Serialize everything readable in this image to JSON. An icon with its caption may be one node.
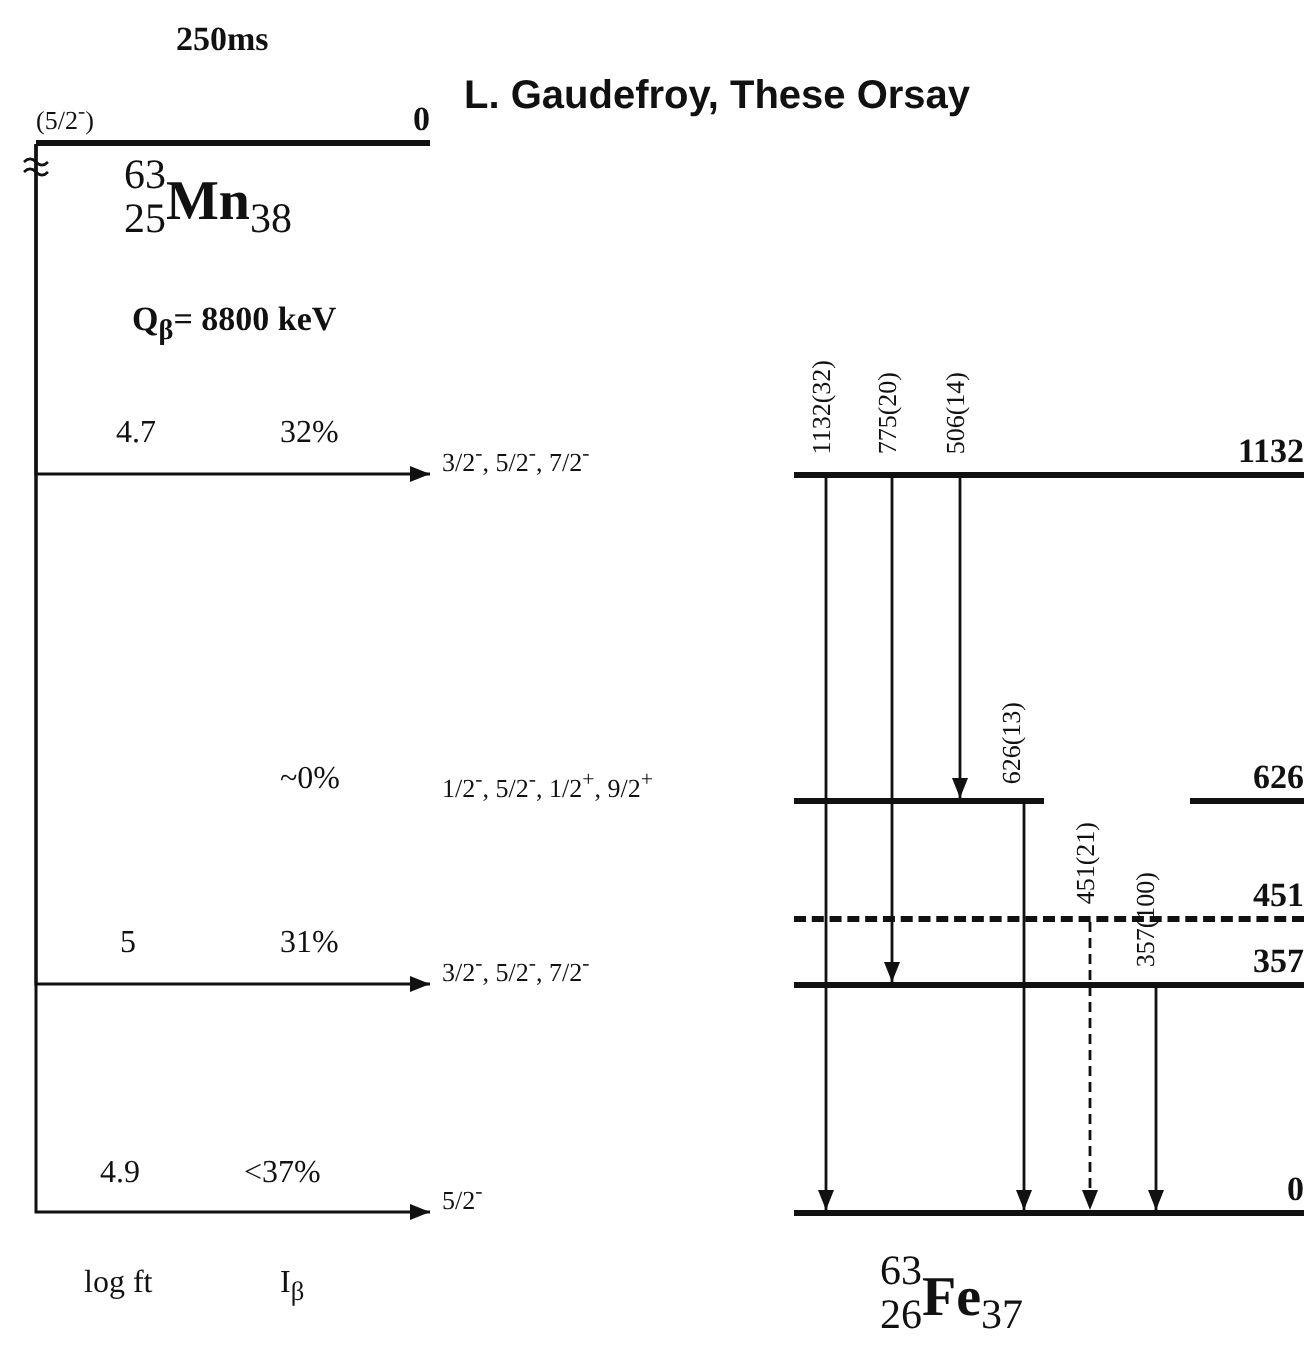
{
  "diagram": {
    "title": "L. Gaudefroy, These Orsay",
    "nodes": [
      {
        "text": [
          "0"
        ],
        "beside": [
          "(5/2$^{-}$)"
        ]
      },
      {
        "text": [
          "1132"
        ],
        "beside": [
          "3/2$^{-}$, 5/2$^{-}$, 7/2$^{-}$"
        ]
      },
      {
        "text": [
          "626"
        ],
        "beside": [
          "1/2$^{-}$, 5/2$^{-}$, 1/2$^{+}$, 9/2$^{+}$"
        ]
      },
      {
        "text": [
          "451"
        ]
      },
      {
        "text": [
          "357"
        ],
        "beside": [
          "3/2$^{-}$, 5/2$^{-}$, 7/2$^{-}$"
        ]
      },
      {
        "text": [
          "0"
        ],
        "beside": [
          "5/2$^{-}$"
        ]
      }
    ],
    "edges": [
      {
        "from": 0,
        "to": 1,
        "arrow": "to"
      },
      {
        "from": 0,
        "to": 4,
        "arrow": "to"
      },
      {
        "from": 0,
        "to": 5,
        "arrow": "to"
      },
      {
        "from": 1,
        "to": 5,
        "arrow": "to",
        "label": "1132(32)"
      },
      {
        "from": 1,
        "to": 4,
        "arrow": "to",
        "label": "775(20)"
      },
      {
        "from": 1,
        "to": 2,
        "arrow": "to",
        "label": "506(14)"
      },
      {
        "from": 2,
        "to": 5,
        "arrow": "to",
        "label": "626(13)"
      },
      {
        "from": 3,
        "to": 5,
        "arrow": "to",
        "label": "451(21)",
        "style": "dashed"
      },
      {
        "from": 4,
        "to": 5,
        "arrow": "to",
        "label": "357(100)"
      }
    ],
    "labels": [
      "250ms",
      "$^{63}$$_{25}$Mn$_{38}$",
      "Q$_{β}$= 8800 keV",
      "4.7",
      "32%",
      "~0%",
      "5",
      "31%",
      "4.9",
      "<37%",
      "log ft",
      "I$_{β}$",
      "$^{63}$$_{26}$Fe$_{37}$"
    ]
  }
}
